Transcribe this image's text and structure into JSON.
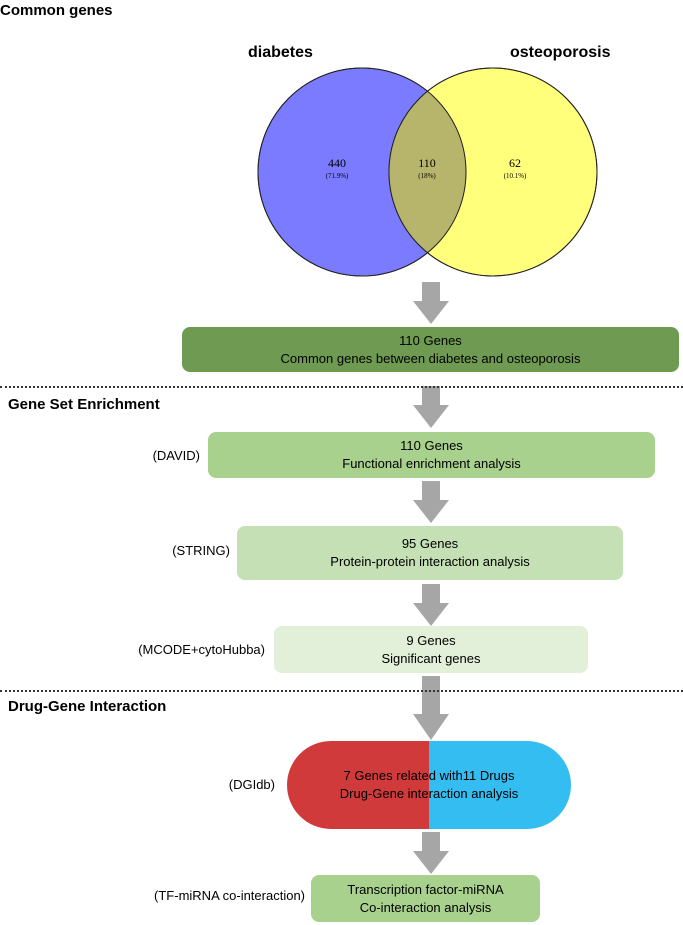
{
  "sections": {
    "common": "Common genes",
    "enrichment": "Gene Set Enrichment",
    "drug": "Drug-Gene Interaction"
  },
  "venn": {
    "left_label": "diabetes",
    "right_label": "osteoporosis",
    "left_count": "440",
    "left_pct": "(71.9%)",
    "overlap_count": "110",
    "overlap_pct": "(18%)",
    "right_count": "62",
    "right_pct": "(10.1%)",
    "colors": {
      "left": "#7b7bff",
      "right": "#ffff7b",
      "overlap": "#b7b46c"
    }
  },
  "boxes": [
    {
      "label": "",
      "line1": "110 Genes",
      "line2": "Common  genes between diabetes and osteoporosis",
      "color": "#6f9a52"
    },
    {
      "label": "(DAVID)",
      "line1": "110 Genes",
      "line2": "Functional enrichment analysis",
      "color": "#a9d18e"
    },
    {
      "label": "(STRING)",
      "line1": "95 Genes",
      "line2": "Protein-protein interaction analysis",
      "color": "#c5e0b4"
    },
    {
      "label": "(MCODE+cytoHubba)",
      "line1": "9 Genes",
      "line2": "Significant genes",
      "color": "#e2f0d9"
    },
    {
      "label": "(DGIdb)",
      "line1": "7 Genes related with11 Drugs",
      "line2": "Drug-Gene interaction analysis",
      "color_left": "#d03a3a",
      "color_right": "#33bdf0"
    },
    {
      "label": "(TF-miRNA co-interaction)",
      "line1": "Transcription factor-miRNA",
      "line2": "Co-interaction analysis",
      "color": "#a9d18e"
    }
  ],
  "arrow_color": "#a6a6a6"
}
